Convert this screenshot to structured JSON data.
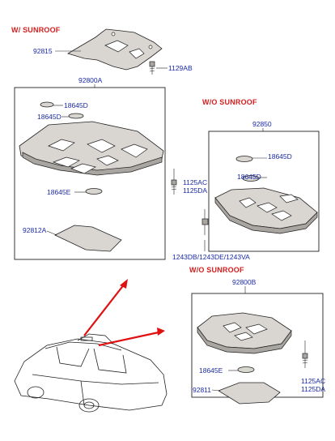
{
  "sections": {
    "with_sunroof": "W/ SUNROOF",
    "without_sunroof_a": "W/O SUNROOF",
    "without_sunroof_b": "W/O SUNROOF"
  },
  "parts": {
    "bracket": "92815",
    "bracket_screw": "1129AB",
    "lamp_assy_a": "92800A",
    "bulb_a1": "18645D",
    "bulb_a2": "18645D",
    "bulb_a3": "18645E",
    "lens_a": "92812A",
    "screw_a": "1125AC",
    "screw_a2": "1125DA",
    "lamp_assy_c": "92850",
    "bulb_c1": "18645D",
    "bulb_c2": "18645D",
    "clip_group": "1243DB/1243DE/1243VA",
    "lamp_assy_b": "92800B",
    "bulb_b": "18645E",
    "lens_b": "92811",
    "screw_b": "1125AC",
    "screw_b2": "1125DA"
  }
}
